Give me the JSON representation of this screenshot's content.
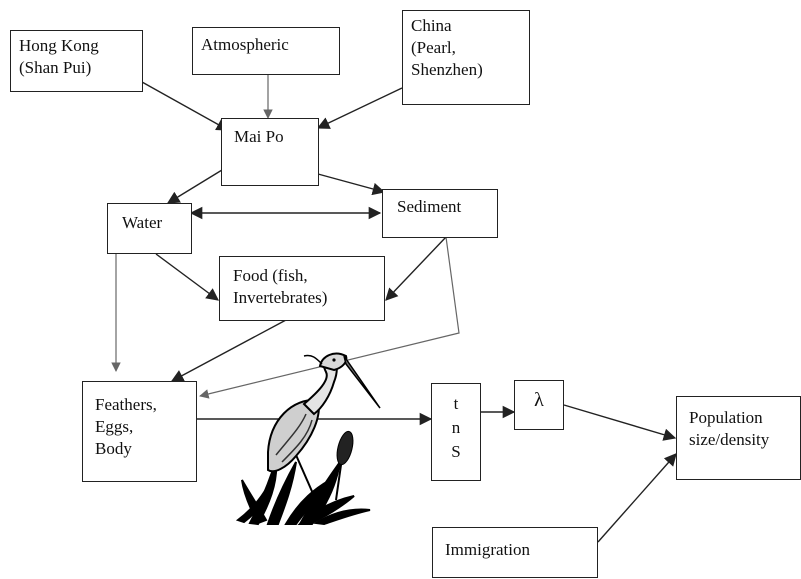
{
  "nodes": {
    "hong_kong": [
      "Hong Kong",
      "(Shan Pui)"
    ],
    "atmospheric": [
      "Atmospheric"
    ],
    "china": [
      "China",
      "(Pearl,",
      "Shenzhen)"
    ],
    "mai_po": [
      "Mai Po"
    ],
    "water": [
      "Water"
    ],
    "sediment": [
      "Sediment"
    ],
    "food": [
      "Food (fish,",
      "Invertebrates)"
    ],
    "feathers": [
      "Feathers,",
      "Eggs,",
      "Body"
    ],
    "tns": [
      "t",
      "n",
      "S"
    ],
    "lambda": [
      "λ"
    ],
    "population": [
      "Population",
      "size/density"
    ],
    "immigration": [
      "Immigration"
    ]
  },
  "illustration": {
    "icon": "heron-icon"
  }
}
